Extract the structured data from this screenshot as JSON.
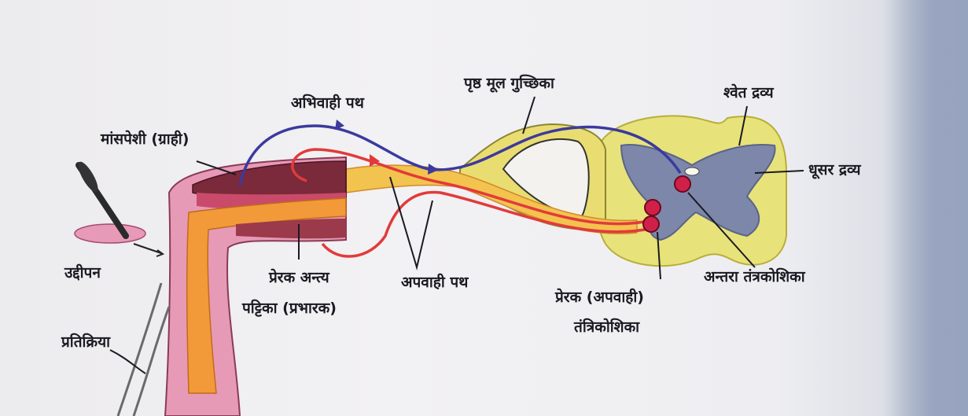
{
  "labels": {
    "afferent_path": "अभिवाही पथ",
    "dorsal_root_ganglion": "पृष्ठ मूल गुच्छिका",
    "white_matter": "श्वेत द्रव्य",
    "muscle_receptor": "मांसपेशी (ग्राही)",
    "grey_matter": "धूसर द्रव्य",
    "stimulus": "उद्दीपन",
    "motor_end_plate_line1": "प्रेरक अन्त्य",
    "motor_end_plate_line2": "पट्टिका (प्रभारक)",
    "efferent_path": "अपवाही पथ",
    "interneuron": "अन्तरा तंत्रकोशिका",
    "motor_neuron_line1": "प्रेरक (अपवाही)",
    "motor_neuron_line2": "तंत्रिकोशिका",
    "response": "प्रतिक्रिया"
  },
  "colors": {
    "afferent_nerve": "#3b3a9e",
    "efferent_nerve": "#e23a3a",
    "nerve_fill": "#f0c04a",
    "white_matter": "#e8e27a",
    "grey_matter": "#7d87aa",
    "muscle_dark": "#7a2a3a",
    "muscle_pink": "#e79ab6",
    "bone_orange": "#f29a3a"
  }
}
